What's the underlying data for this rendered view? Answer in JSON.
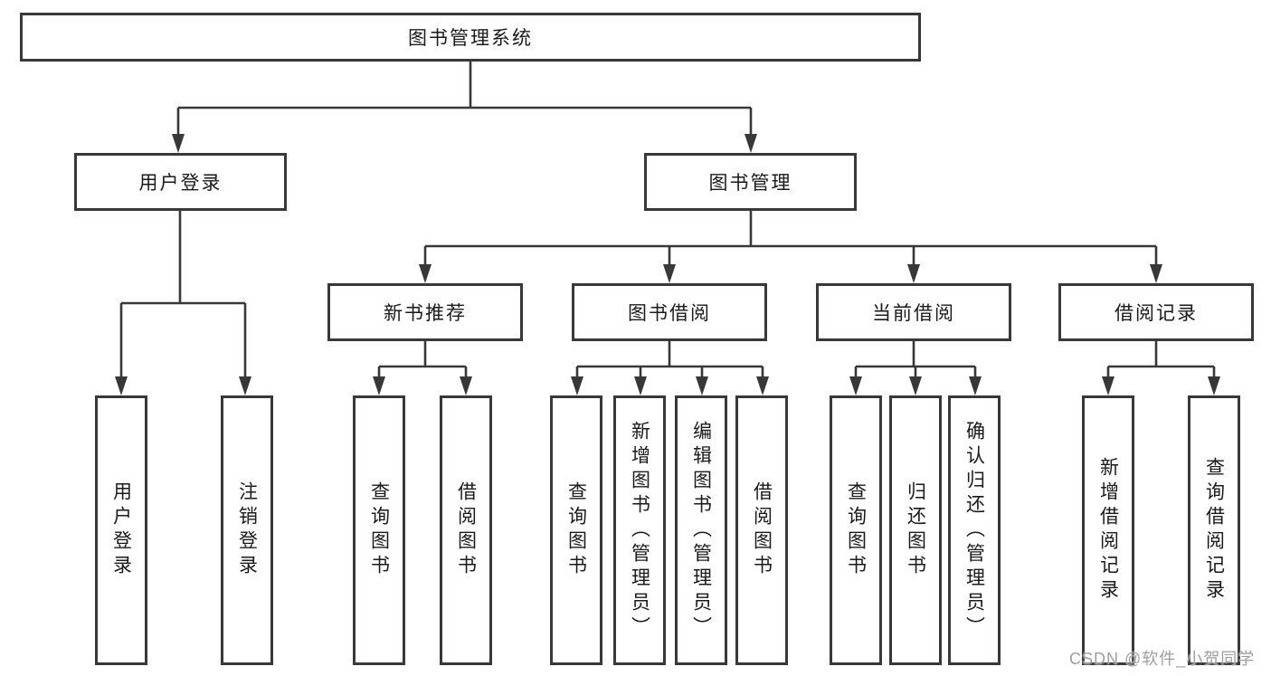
{
  "diagram": {
    "root": "图书管理系统",
    "branches": {
      "user_login": {
        "label": "用户登录",
        "children": [
          "用户登录",
          "注销登录"
        ]
      },
      "book_mgmt": {
        "label": "图书管理",
        "sections": {
          "new_books": {
            "label": "新书推荐",
            "children": [
              "查询图书",
              "借阅图书"
            ]
          },
          "book_borrow": {
            "label": "图书借阅",
            "children": [
              "查询图书",
              "新增图书（管理员）",
              "编辑图书（管理员）",
              "借阅图书"
            ]
          },
          "current_borrow": {
            "label": "当前借阅",
            "children": [
              "查询图书",
              "归还图书",
              "确认归还（管理员）"
            ]
          },
          "borrow_records": {
            "label": "借阅记录",
            "children": [
              "新增借阅记录",
              "查询借阅记录"
            ]
          }
        }
      }
    },
    "watermark": "CSDN @软件_小贺同学",
    "colors": {
      "line": "#383838",
      "text": "#1a1a1a",
      "watermark": "#9e9e9e",
      "background": "#ffffff"
    }
  }
}
